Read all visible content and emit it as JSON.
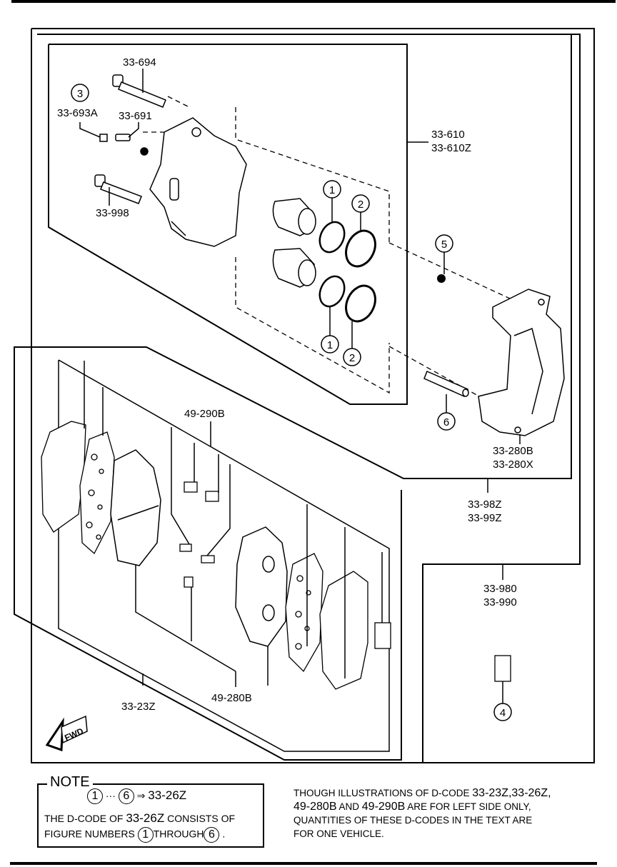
{
  "diagram": {
    "labels": {
      "caliper_bolt_upper": "33-694",
      "bleeder_cap": "33-693A",
      "bleeder_screw": "33-691",
      "caliper_bolt_lower": "33-998",
      "caliper_assy_1": "33-610",
      "caliper_assy_2": "33-610Z",
      "bracket_1": "33-280B",
      "bracket_2": "33-280X",
      "assy_1": "33-98Z",
      "assy_2": "33-99Z",
      "complete_1": "33-980",
      "complete_2": "33-990",
      "shim_kit": "49-290B",
      "pad_set": "33-23Z",
      "pads": "49-280B",
      "fwd": "FWD"
    },
    "callouts": {
      "c1a": "1",
      "c1b": "1",
      "c2a": "2",
      "c2b": "2",
      "c3": "3",
      "c4": "4",
      "c5": "5",
      "c6": "6"
    }
  },
  "note": {
    "title": "NOTE",
    "range_start": "1",
    "ellipsis": "···",
    "range_end": "6",
    "arrow": "⇒",
    "kit_code": "33-26Z",
    "line2_prefix": "THE D-CODE OF",
    "line2_code": "33-26Z",
    "line2_suffix": "CONSISTS OF",
    "line3_prefix": "FIGURE NUMBERS",
    "line3_from": "1",
    "line3_mid": "THROUGH",
    "line3_to": "6",
    "line3_end": "."
  },
  "side_note": {
    "l1_text": "THOUGH ILLUSTRATIONS OF D-CODE ",
    "l1_codes": "33-23Z,33-26Z,",
    "l2_code1": "49-280B",
    "l2_and": " AND ",
    "l2_code2": "49-290B",
    "l2_rest": " ARE FOR LEFT SIDE ONLY,",
    "l3": "QUANTITIES OF THESE D-CODES IN THE TEXT ARE",
    "l4": "FOR ONE VEHICLE."
  }
}
